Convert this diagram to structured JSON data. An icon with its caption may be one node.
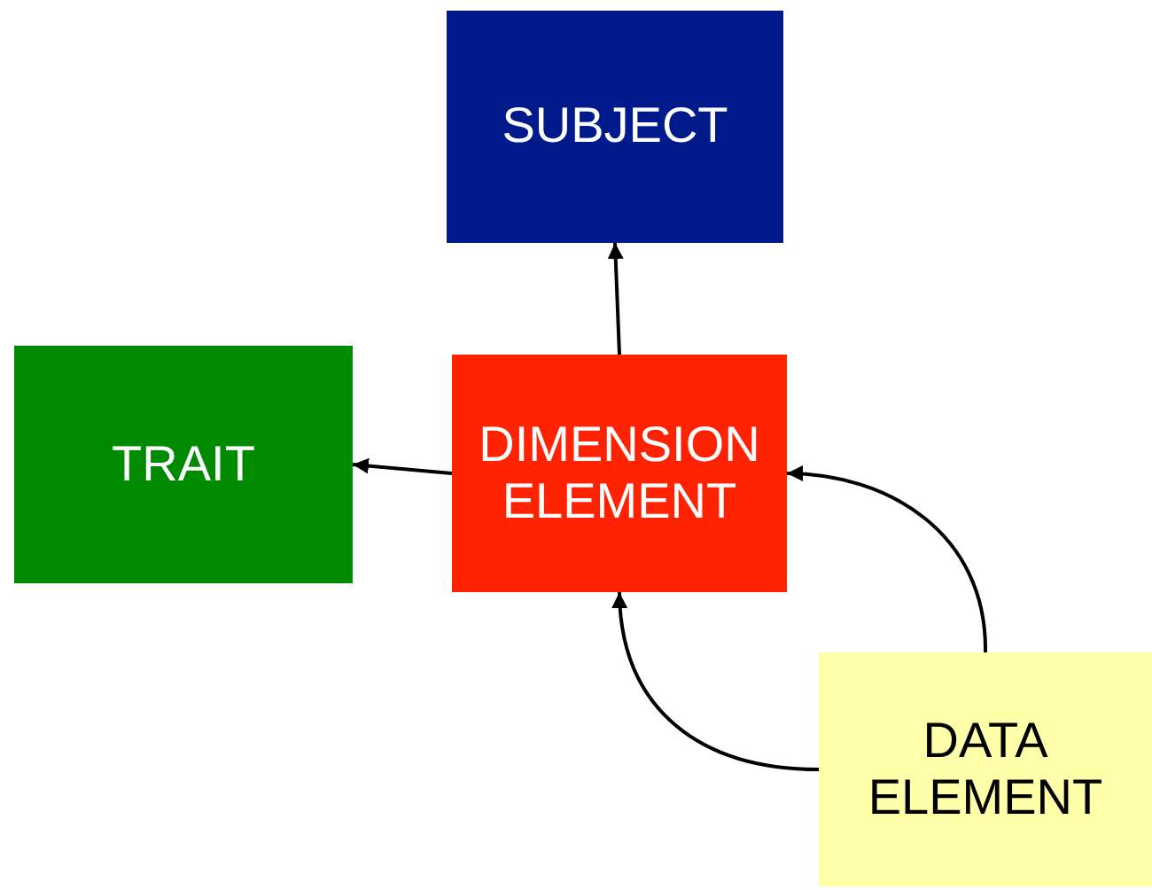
{
  "diagram": {
    "nodes": [
      {
        "text": [
          "SUBJECT"
        ]
      },
      {
        "text": [
          "TRAIT"
        ]
      },
      {
        "text": [
          "DIMENSION ELEMENT"
        ]
      },
      {
        "text": [
          "DATA ELEMENT"
        ]
      }
    ],
    "edges": [
      {
        "from": 2,
        "to": 0,
        "arrow": "to"
      },
      {
        "from": 2,
        "to": 1,
        "arrow": "to"
      },
      {
        "from": 3,
        "to": 2,
        "arrow": "to"
      },
      {
        "from": 3,
        "to": 2,
        "arrow": "to"
      }
    ]
  }
}
